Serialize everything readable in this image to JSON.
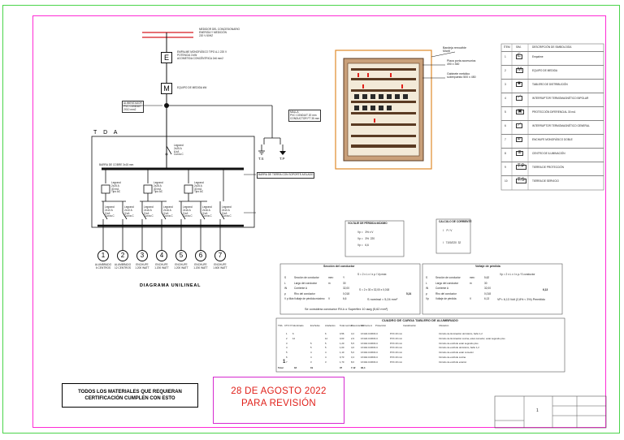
{
  "header": {
    "top_note_lines": [
      "MEDIDOR DEL CONCESIONARIO",
      "ENERGÍA Y MEDICIÓN",
      "220 V 60HZ"
    ],
    "meter_note_lines": [
      "EMPALME MONOFÁSICO TIPO A-1 220 V",
      "POTENCIA 3 kW",
      "ACOMETIDA CONCÉNTRICA 2x6 mm2"
    ],
    "meter_label": "E",
    "m_label": "M",
    "m_note": "EQUIPO DE MEDIDA kW",
    "feeder_note_lines": [
      "ALIMENTADOR",
      "PVC CONDUIT",
      "2X10 mm2"
    ],
    "ground_note_lines": [
      "MALLA",
      "PVC CONDUIT 20 mm",
      "CONDUCTOR FT 35 mm"
    ],
    "ts_label": "T.S",
    "tp_label": "T.P"
  },
  "diagram": {
    "tda_label": "T D A",
    "title": "DIAGRAMA UNILINEAL",
    "main_breaker_lines": [
      "Legrand",
      "2x25 A",
      "6 kA",
      "Curva C"
    ],
    "diff_breakers": [
      {
        "lines": [
          "Legrand",
          "2x25 A",
          "30 mA",
          "Tipo AC"
        ]
      },
      {
        "lines": [
          "Legrand",
          "2x25 A",
          "30 mA",
          "Tipo AC"
        ]
      },
      {
        "lines": [
          "Legrand",
          "2x25 A",
          "30 mA",
          "Tipo AC"
        ]
      }
    ],
    "branch_breakers": [
      {
        "lines": [
          "Legrand",
          "2x10 A",
          "3 kA",
          "Curva C"
        ]
      },
      {
        "lines": [
          "Legrand",
          "2x10 A",
          "3 kA",
          "Curva C"
        ]
      },
      {
        "lines": [
          "Legrand",
          "2x16 A",
          "3 kA",
          "Curva C"
        ]
      },
      {
        "lines": [
          "Legrand",
          "2x16 A",
          "3 kA",
          "Curva C"
        ]
      },
      {
        "lines": [
          "Legrand",
          "2x16 A",
          "3 kA",
          "Curva C"
        ]
      },
      {
        "lines": [
          "Legrand",
          "2x16 A",
          "3 kA",
          "Curva C"
        ]
      },
      {
        "lines": [
          "Legrand",
          "2x10 A",
          "3 kA",
          "Curva C"
        ]
      }
    ],
    "circuits": [
      {
        "num": "1",
        "lines": [
          "ALUMBRADO",
          "6 CENTROS"
        ]
      },
      {
        "num": "2",
        "lines": [
          "ALUMBRADO",
          "12 CENTROS"
        ]
      },
      {
        "num": "3",
        "lines": [
          "ENCHUFE",
          "1.200 WATT"
        ]
      },
      {
        "num": "4",
        "lines": [
          "ENCHUFE",
          "1.200 WATT"
        ]
      },
      {
        "num": "5",
        "lines": [
          "ENCHUFE",
          "1.200 WATT"
        ]
      },
      {
        "num": "6",
        "lines": [
          "ENCHUFE",
          "1.200 WATT"
        ]
      },
      {
        "num": "7",
        "lines": [
          "ENCHUFE",
          "1.600 WATT"
        ]
      }
    ],
    "busbar_note": "BARRA DE COBRE 3x15 mm",
    "panel_note": "BARRA DE TIERRA CON SOPORTE AISLADO"
  },
  "cabinet": {
    "labels": [
      {
        "lines": [
          "Bandeja removible",
          "Micrill"
        ]
      },
      {
        "lines": [
          "Placa porta accesorios",
          "490 x 360"
        ]
      },
      {
        "lines": [
          "Gabinete metálico",
          "sobrepuesto 500 x 450"
        ]
      }
    ]
  },
  "legend": {
    "col1": "ÍTEM",
    "col2": "SIM.",
    "col3": "DESCRIPCIÓN DE SIMBOLOGÍA",
    "rows": [
      {
        "sym": "E",
        "desc": "Empalme"
      },
      {
        "sym": "M",
        "desc": "EQUIPO DE MEDIDA"
      },
      {
        "sym": "■",
        "desc": "TABLERO DE DISTRIBUCIÓN"
      },
      {
        "sym": "⟋",
        "desc": "INTERRUPTOR TERMOMAGNÉTICO BIPOLAR"
      },
      {
        "sym": "▣",
        "desc": "PROTECCIÓN DIFERENCIAL 30 mA"
      },
      {
        "sym": "⟋",
        "desc": "INTERRUPTOR TERMOMAGNÉTICO GENERAL"
      },
      {
        "sym": "⌀",
        "desc": "ENCHUFE MONOFÁSICO DOBLE"
      },
      {
        "sym": "⊗",
        "desc": "CENTRO DE ILUMINACIÓN"
      },
      {
        "sym": "T.P",
        "desc": "TIERRA DE PROTECCIÓN"
      },
      {
        "sym": "T.S",
        "desc": "TIERRA DE SERVICIO"
      }
    ]
  },
  "voltage_drop_box": {
    "title": "VOLTAJE DE PÉRDIDA MÁXIMO",
    "rows": [
      [
        "Vp =",
        "3% x V"
      ],
      [
        "Vp =",
        "3%",
        "220"
      ],
      [
        "Vp =",
        "6,6"
      ]
    ]
  },
  "current_box": {
    "title": "CALCULO DE CORRIENTE",
    "rows": [
      [
        "I",
        "P",
        "V"
      ],
      [
        "I",
        "7100",
        "220",
        "32"
      ]
    ]
  },
  "section_calc": {
    "title": "Sección del conductor",
    "formula": "S = 2 x L x I x ρ / Vp máx",
    "rows": [
      [
        "S",
        "Sección de conductor",
        "mm²",
        "Y"
      ],
      [
        "L",
        "Largo del conductor",
        "m",
        "30"
      ],
      [
        "IN",
        "Corriente A",
        "",
        "32,00"
      ],
      [
        "ρ",
        "Rho del conductor",
        "",
        "0,018"
      ],
      [
        "V p Máx",
        "Voltaje de pérdida máximo",
        "V",
        "6,6"
      ]
    ],
    "result_expr": "S = 2 x 30 x 32,00 x 0,018",
    "result": "5,24",
    "nominal": "S nominal = 5,24 mm²",
    "note": "Se considera conductor RV-k o Superflex 10 awg (5,62 mm²)"
  },
  "drop_calc": {
    "title": "Voltaje de pérdida",
    "formula": "Vp = 2 x L x I x ρ / S conductor",
    "rows": [
      [
        "S",
        "Sección de conductor",
        "mm²",
        "5,62"
      ],
      [
        "L",
        "Largo del conductor",
        "m",
        "30"
      ],
      [
        "IN",
        "Corriente A",
        "",
        "32,00"
      ],
      [
        "ρ",
        "Rho del conductor",
        "",
        "0,018"
      ],
      [
        "Vp",
        "Voltaje de pérdida",
        "V",
        "6,13"
      ]
    ],
    "result": "6,13",
    "summary": "VP= 6,13 Volt (2,8% < 3%) Permitido"
  },
  "load_table": {
    "title": "CUADRO DE CARGA TABLERO DE ALUMBRADO",
    "headers": [
      "TDA",
      "CTO N°",
      "Alumbrado",
      "Enchufes",
      "Artefactos",
      "Total centros",
      "Potencia kW",
      "Corriente A",
      "Protección",
      "Canalización",
      "Ubicación"
    ],
    "rows": [
      [
        "1",
        "6",
        "",
        "6",
        "0,56",
        "3,2",
        "1X10A CURVA C",
        "PVC 20 mm",
        "Circuito de iluminación dormitorio, baño 1,2"
      ],
      [
        "2",
        "12",
        "",
        "12",
        "0,63",
        "2,9",
        "1X10A CURVA C",
        "PVC 20 mm",
        "Circuito de iluminación cocina, estar-comedor, estar segundo piso"
      ],
      [
        "3",
        "",
        "5",
        "5",
        "1,20",
        "5,5",
        "1X16A CURVA C",
        "PVC 20 mm",
        "Circuito de enchufe estar segundo piso"
      ],
      [
        "4",
        "",
        "5",
        "5",
        "1,00",
        "4,6",
        "1X16A CURVA C",
        "PVC 20 mm",
        "Circuito de enchufe dormitorio, baño 1,2"
      ],
      [
        "5",
        "",
        "4",
        "4",
        "1,10",
        "5,0",
        "1X16A CURVA C",
        "PVC 20 mm",
        "Circuito de enchufe estar comedor"
      ],
      [
        "6",
        "",
        "4",
        "4",
        "0,73",
        "3,4",
        "1X16A CURVA C",
        "PVC 20 mm",
        "Circuito de enchufe cocina"
      ],
      [
        "7",
        "",
        "3",
        "3",
        "1,70",
        "8,0",
        "1X16A CURVA C",
        "PVC 20 mm",
        "Circuito de enchufe exterior"
      ]
    ],
    "total": [
      "Total",
      "18",
      "19",
      "37",
      "7,12",
      "32,4"
    ]
  },
  "footer": {
    "note": "TODOS LOS MATERIALES QUE REQUIERAN CERTIFICACIÓN CUMPLEN CON ESTO",
    "date_line1": "28 DE AGOSTO 2022",
    "date_line2": "PARA REVISIÓN",
    "sheet_num": "1"
  }
}
